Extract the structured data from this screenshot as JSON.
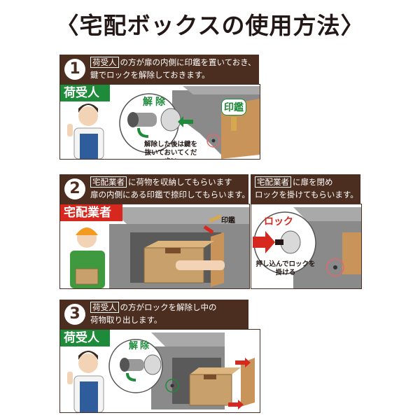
{
  "title": "〈宅配ボックスの使用方法〉",
  "step1": {
    "number": "1",
    "tag": "荷受人",
    "line1_rest": "の方が扉の内側に印鑑を置いておき、",
    "line2": "鍵でロックを解除しておきます。",
    "role": "荷受人",
    "unlock_label": "解除",
    "stamp_label": "印鑑",
    "note_line1": "解除した後は鍵を",
    "note_line2": "抜いておいてください"
  },
  "step2": {
    "number": "2",
    "tag": "宅配業者",
    "line1_rest": "に荷物を収納してもらいます",
    "line2": "扉の内側にある印鑑で捺印してもらいます。",
    "role": "宅配業者",
    "stamp_label": "印鑑",
    "right_tag": "宅配業者",
    "right_line1_rest": "に扉を閉め",
    "right_line2": "ロックを掛けてもらいます。",
    "lock_label": "ロック",
    "lock_note_line1": "押し込んでロックを",
    "lock_note_line2": "掛ける"
  },
  "step3": {
    "number": "3",
    "tag": "荷受人",
    "line1_rest": "の方がロックを解除し中の",
    "line2": "荷物取り出します。",
    "role": "荷受人",
    "unlock_label": "解除"
  },
  "colors": {
    "bar": "#4b2e1f",
    "green": "#1d8b3a",
    "red": "#d7281f",
    "box": "#7d7d7d",
    "cardboard": "#c8a06b"
  }
}
